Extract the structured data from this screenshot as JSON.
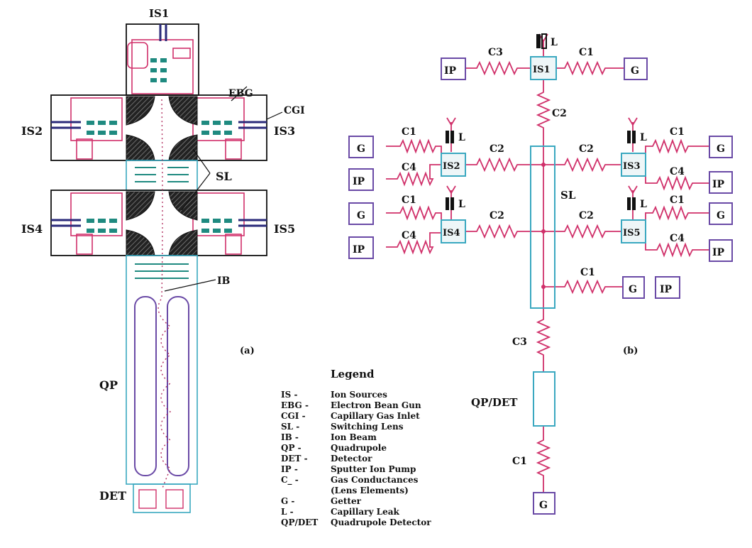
{
  "colors": {
    "wire": "#d0306a",
    "box_cyan": "#3aa8c0",
    "box_purple": "#6a4aa6",
    "ink": "#111111",
    "lens_teal": "#1f8a80"
  },
  "diagram_a": {
    "caption": "(a)",
    "labels": {
      "is1": "IS1",
      "is2": "IS2",
      "is3": "IS3",
      "is4": "IS4",
      "is5": "IS5",
      "ebg": "EBG",
      "cgi": "CGI",
      "sl": "SL",
      "ib": "IB",
      "qp": "QP",
      "det": "DET"
    }
  },
  "diagram_b": {
    "caption": "(b)",
    "labels": {
      "ip_top": "IP",
      "c3_top": "C3",
      "is1": "IS1",
      "l_top": "L",
      "c1_top": "C1",
      "g_top": "G",
      "c2_top": "C2",
      "g_is2": "G",
      "c1_is2": "C1",
      "l_is2": "L",
      "ip_is2": "IP",
      "c4_is2": "C4",
      "is2": "IS2",
      "c2_is2": "C2",
      "c2_is3": "C2",
      "is3": "IS3",
      "l_is3": "L",
      "c1_is3": "C1",
      "g_is3": "G",
      "c4_is3": "C4",
      "ip_is3": "IP",
      "sl": "SL",
      "g_is4": "G",
      "c1_is4": "C1",
      "l_is4": "L",
      "ip_is4": "IP",
      "c4_is4": "C4",
      "is4": "IS4",
      "c2_is4": "C2",
      "c2_is5": "C2",
      "is5": "IS5",
      "l_is5": "L",
      "c1_is5": "C1",
      "g_is5": "G",
      "c4_is5": "C4",
      "ip_is5": "IP",
      "c1_sl": "C1",
      "g_sl": "G",
      "ip_sl": "IP",
      "c3_bot": "C3",
      "qpdet": "QP/DET",
      "c1_bot": "C1",
      "g_bot": "G"
    }
  },
  "legend": {
    "title": "Legend",
    "items": [
      {
        "key": "IS -",
        "value": "Ion Sources"
      },
      {
        "key": "EBG -",
        "value": "Electron Bean Gun"
      },
      {
        "key": "CGI -",
        "value": "Capillary Gas Inlet"
      },
      {
        "key": "SL -",
        "value": "Switching Lens"
      },
      {
        "key": "IB -",
        "value": "Ion Beam"
      },
      {
        "key": "QP -",
        "value": "Quadrupole"
      },
      {
        "key": "DET -",
        "value": "Detector"
      },
      {
        "key": "IP -",
        "value": "Sputter Ion Pump"
      },
      {
        "key": "C_ -",
        "value": "Gas Conductances"
      },
      {
        "key": "",
        "value": "(Lens Elements)"
      },
      {
        "key": "G -",
        "value": "Getter"
      },
      {
        "key": "L -",
        "value": "Capillary Leak"
      },
      {
        "key": "QP/DET",
        "value": "Quadrupole Detector"
      }
    ]
  }
}
